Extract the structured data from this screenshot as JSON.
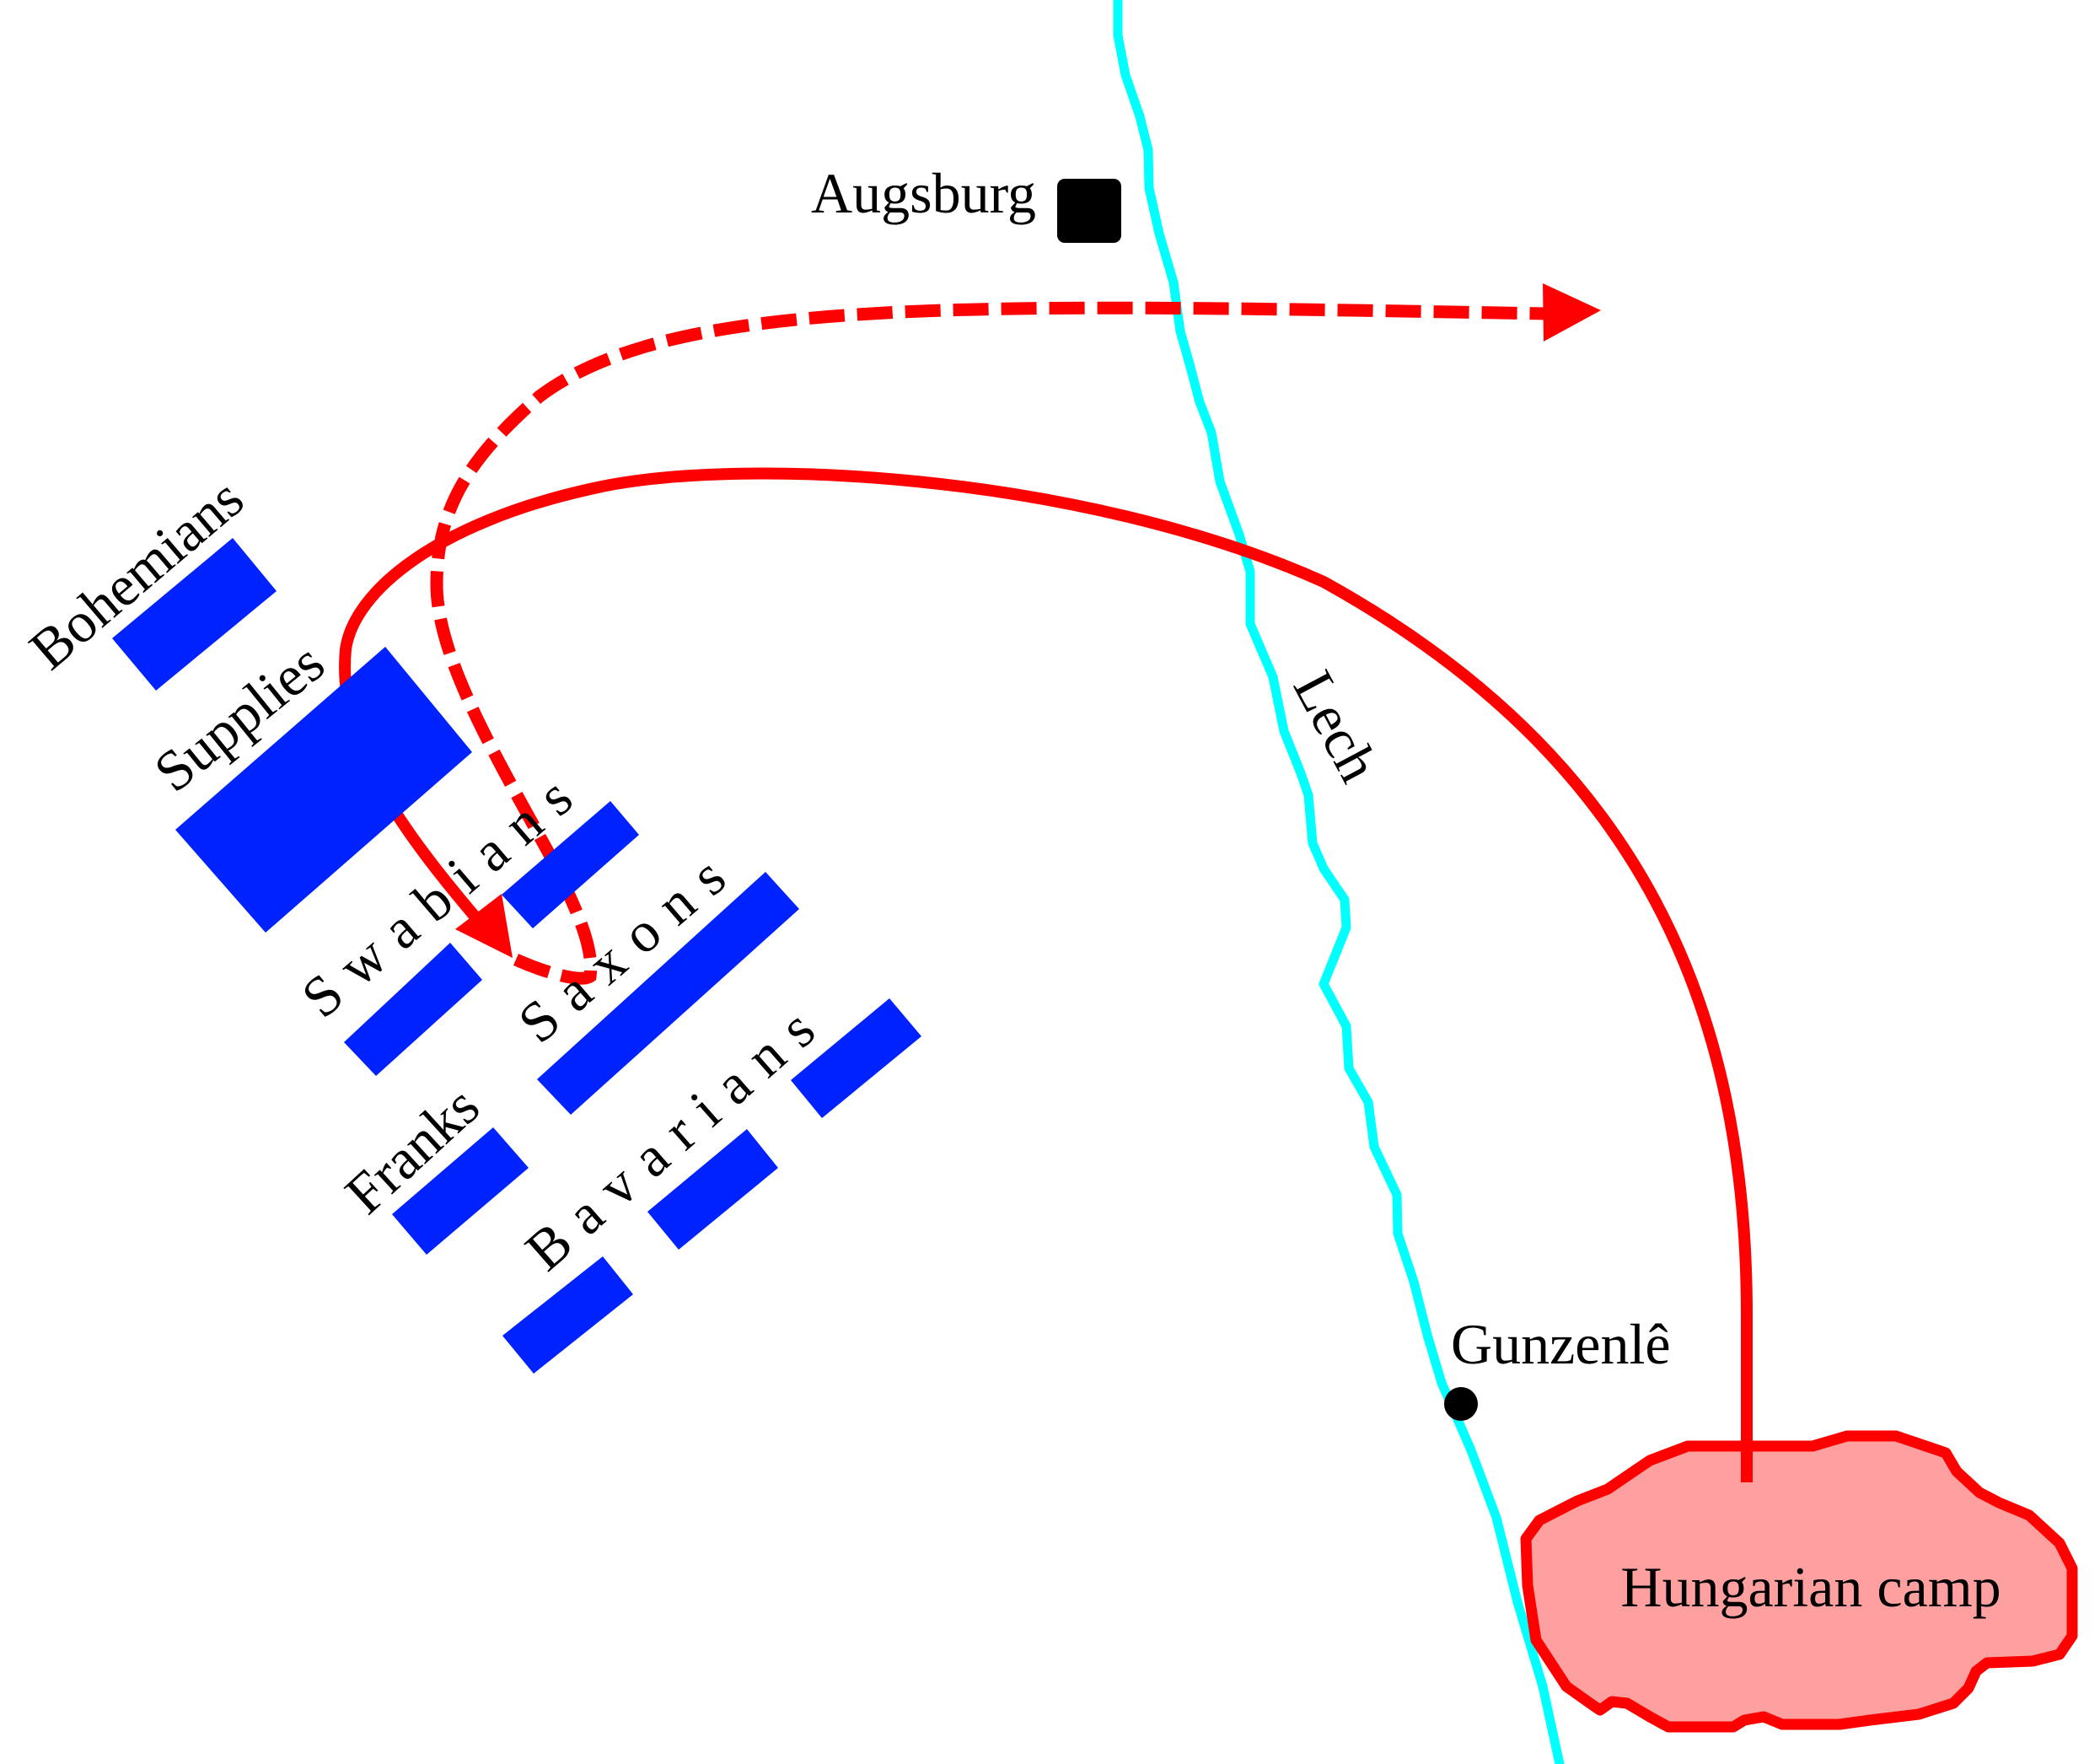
{
  "map": {
    "places": {
      "augsburg": "Augsburg",
      "gunzenle": "Gunzenlê",
      "river": "Lech",
      "camp": "Hungarian camp"
    },
    "units": {
      "bohemians": "Bohemians",
      "supplies": "Supplies",
      "swabians": "Swabians",
      "saxons": "Saxons",
      "franks": "Franks",
      "bavarians": "Bavarians"
    },
    "symbols": {
      "town": "square-town-marker",
      "village": "dot-village-marker",
      "unit": "blue-rectangle-unit",
      "attack_route": "solid-red-arrow",
      "retreat_route": "dashed-red-arrow"
    },
    "colors": {
      "river": "#00ffff",
      "route": "#ff0000",
      "troops": "#0022ff",
      "camp_fill": "#ffa0a0",
      "markers": "#000000"
    }
  }
}
